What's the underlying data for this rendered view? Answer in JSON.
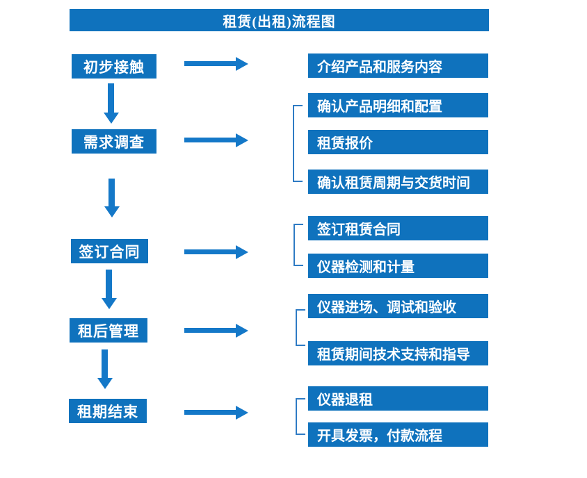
{
  "title": "租赁(出租)流程图",
  "colors": {
    "box-blue": "#0f72bd",
    "arrow-blue": "#1478c8",
    "bracket-blue": "#2e7bc4",
    "background": "#ffffff",
    "box-text": "#ffffff"
  },
  "flow": {
    "stages": [
      {
        "label": "初步接触",
        "details": [
          "介绍产品和服务内容"
        ]
      },
      {
        "label": "需求调查",
        "details": [
          "确认产品明细和配置",
          "租赁报价",
          "确认租赁周期与交货时间"
        ]
      },
      {
        "label": "签订合同",
        "details": [
          "签订租赁合同",
          "仪器检测和计量"
        ]
      },
      {
        "label": "租后管理",
        "details": [
          "仪器进场、调试和验收",
          "租赁期间技术支持和指导"
        ]
      },
      {
        "label": "租期结束",
        "details": [
          "仪器退租",
          "开具发票，付款流程"
        ]
      }
    ]
  }
}
